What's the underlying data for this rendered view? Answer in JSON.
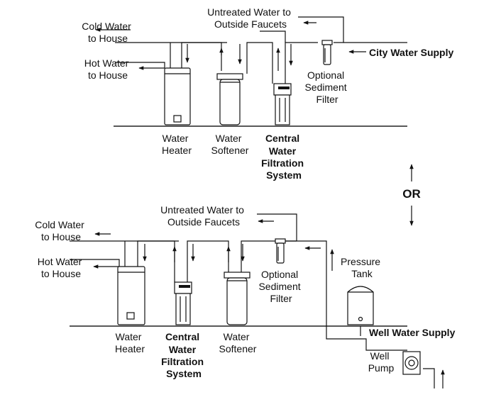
{
  "top": {
    "outside_faucets": [
      "Untreated Water to",
      "Outside Faucets"
    ],
    "cold_water": [
      "Cold Water",
      "to House"
    ],
    "hot_water": [
      "Hot Water",
      "to House"
    ],
    "supply": "City Water Supply",
    "sediment_filter": [
      "Optional",
      "Sediment",
      "Filter"
    ],
    "water_heater": [
      "Water",
      "Heater"
    ],
    "water_softener": [
      "Water",
      "Softener"
    ],
    "central_filtration": [
      "Central",
      "Water",
      "Filtration",
      "System"
    ]
  },
  "or_label": "OR",
  "bottom": {
    "outside_faucets": [
      "Untreated Water to",
      "Outside Faucets"
    ],
    "cold_water": [
      "Cold Water",
      "to House"
    ],
    "hot_water": [
      "Hot Water",
      "to House"
    ],
    "sediment_filter": [
      "Optional",
      "Sediment",
      "Filter"
    ],
    "pressure_tank": [
      "Pressure",
      "Tank"
    ],
    "supply": "Well Water Supply",
    "water_heater": [
      "Water",
      "Heater"
    ],
    "central_filtration": [
      "Central",
      "Water",
      "Filtration",
      "System"
    ],
    "water_softener": [
      "Water",
      "Softener"
    ],
    "well_pump": [
      "Well",
      "Pump"
    ]
  },
  "colors": {
    "line": "#111111",
    "background": "#ffffff"
  }
}
